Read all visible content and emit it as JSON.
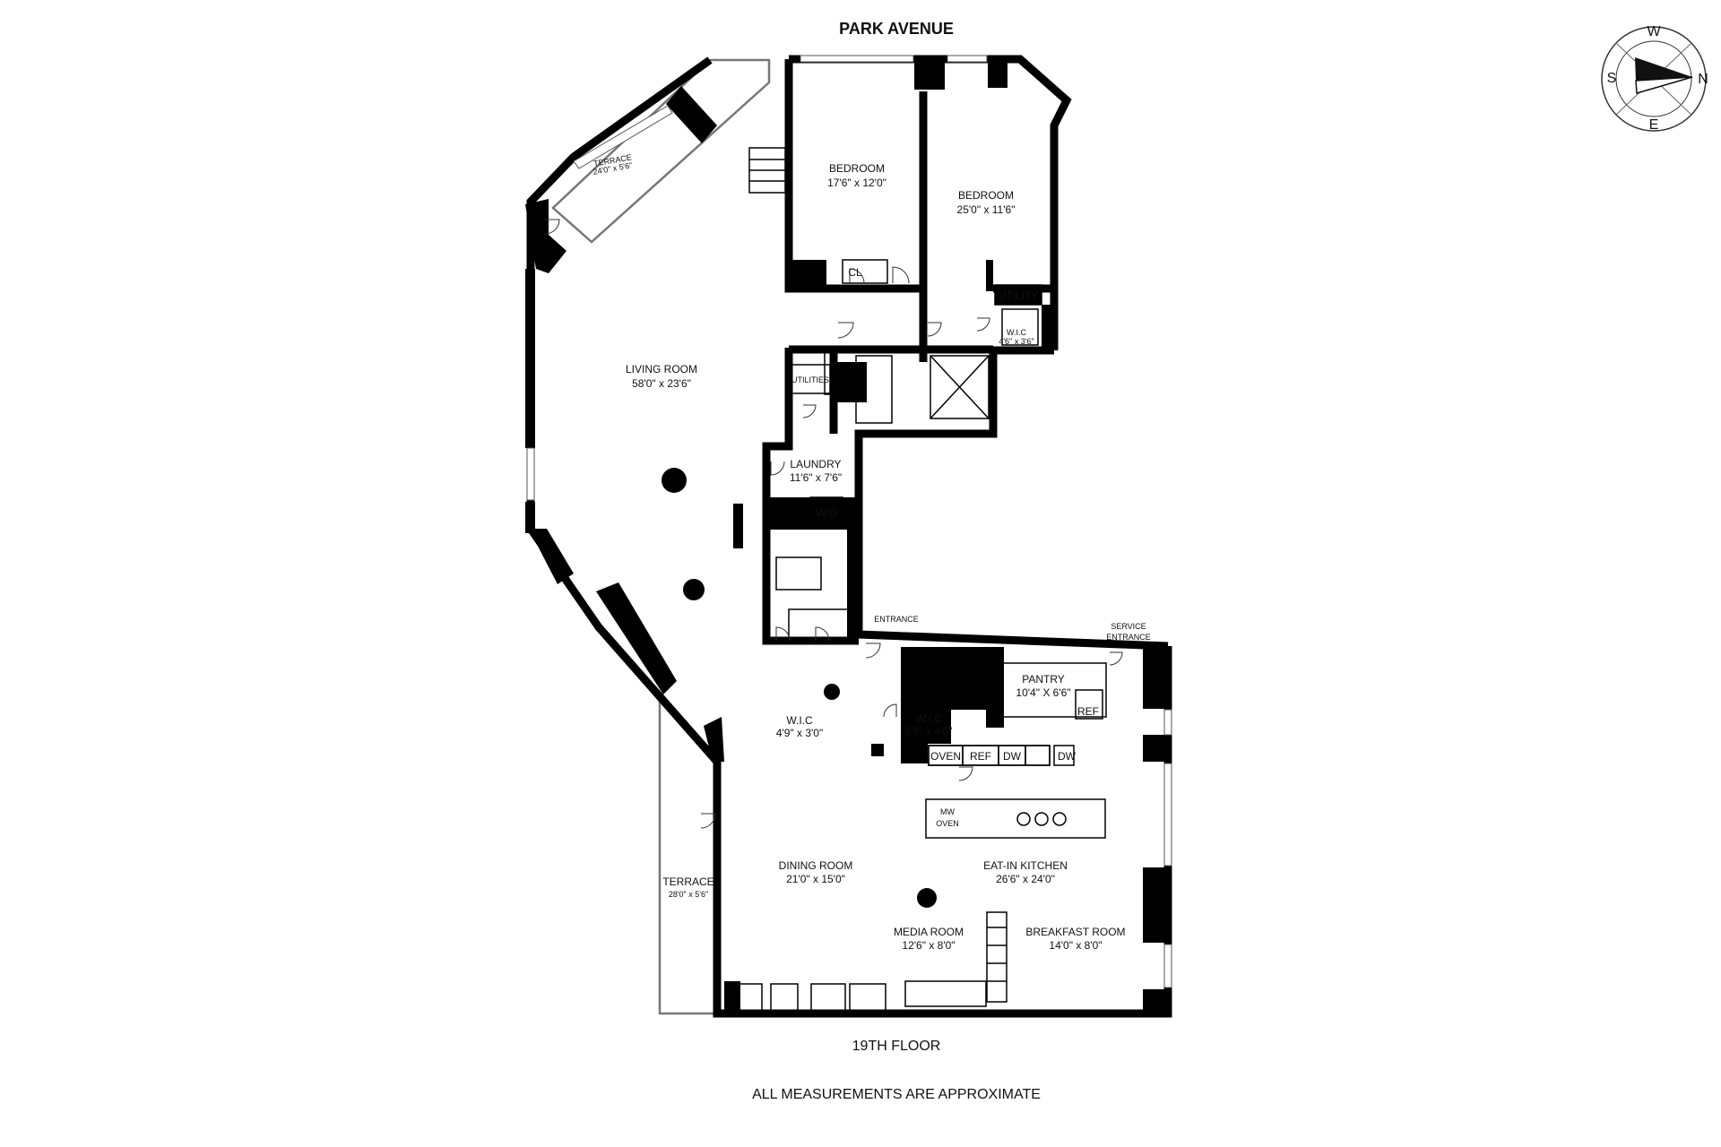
{
  "street_label": "PARK AVENUE",
  "floor_label": "19TH FLOOR",
  "disclaimer": "ALL MEASUREMENTS ARE APPROXIMATE",
  "compass": {
    "north": "N",
    "south": "S",
    "east": "E",
    "west": "W"
  },
  "rooms": {
    "bedroom1": {
      "name": "BEDROOM",
      "size": "17'6\" x 12'0\""
    },
    "bedroom2": {
      "name": "BEDROOM",
      "size": "25'0\" x 11'6\""
    },
    "living": {
      "name": "LIVING ROOM",
      "size": "58'0\" x 23'6\""
    },
    "laundry": {
      "name": "LAUNDRY",
      "size": "11'6\" x 7'6\""
    },
    "wic_bed": {
      "name": "W.I.C",
      "size": "4'6\" x 3'6\""
    },
    "wic_center": {
      "name": "W.I.C",
      "size": "4'9\" x 3'0\""
    },
    "wic_entry": {
      "name": "W.I.C",
      "size": "6'6\" x 4'6\""
    },
    "pantry": {
      "name": "PANTRY",
      "size": "10'4\" X 6'6\""
    },
    "dining": {
      "name": "DINING ROOM",
      "size": "21'0\" x 15'0\""
    },
    "kitchen": {
      "name": "EAT-IN KITCHEN",
      "size": "26'6\" x 24'0\""
    },
    "media": {
      "name": "MEDIA ROOM",
      "size": "12'6\" x 8'0\""
    },
    "breakfast": {
      "name": "BREAKFAST ROOM",
      "size": "14'0\" x 8'0\""
    },
    "terrace_top": {
      "name": "TERRACE",
      "size": "24'0\" x 5'6\""
    },
    "terrace_side": {
      "name": "TERRACE",
      "size": "28'0\" x 5'6\""
    }
  },
  "labels": {
    "cl": "CL",
    "utility": "UTILITY",
    "utilities": "UTILITIES",
    "wd": "W/D",
    "entrance": "ENTRANCE",
    "service1": "SERVICE",
    "service2": "ENTRANCE",
    "ref_pantry": "REF",
    "oven": "OVEN",
    "ref_kitchen": "REF",
    "dw1": "DW",
    "dw2": "DW",
    "mw": "MW",
    "mw_oven": "OVEN"
  }
}
